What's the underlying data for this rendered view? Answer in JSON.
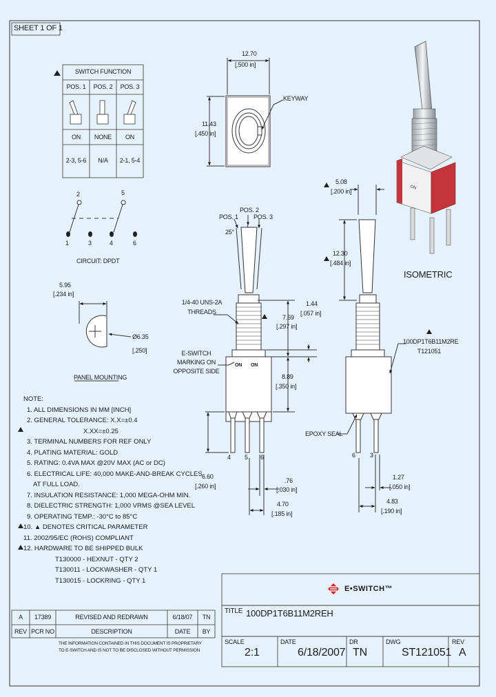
{
  "sheet_label": "SHEET 1 OF 1",
  "switch_function": {
    "title": "SWITCH FUNCTION",
    "positions": [
      "POS. 1",
      "POS. 2",
      "POS. 3"
    ],
    "states": [
      "ON",
      "NONE",
      "ON"
    ],
    "terminals": [
      "2-3, 5-6",
      "N/A",
      "2-1, 5-4"
    ]
  },
  "circuit": {
    "top_pins": [
      "2",
      "5"
    ],
    "bottom_pins": [
      "1",
      "3",
      "4",
      "6"
    ],
    "label": "CIRCUIT: DPDT"
  },
  "panel_mounting": {
    "dim_mm": "5.95",
    "dim_in": "[.234 in]",
    "dia_mm": "Ø6.35",
    "dia_in": "[.250]",
    "label": "PANEL MOUNTING"
  },
  "top_view": {
    "width_mm": "12.70",
    "width_in": "[.500 in]",
    "height_mm": "11.43",
    "height_in": "[.450 in]",
    "keyway_label": "KEYWAY"
  },
  "front_view": {
    "pos1": "POS. 1",
    "pos2": "POS. 2",
    "pos3": "POS. 3",
    "angle": "25°",
    "threads_label": "1/4-40 UNS-2A\nTHREADS",
    "marking_label": "E-SWITCH\nMARKING ON\nOPPOSITE SIDE",
    "on_left": "ON",
    "on_right": "ON",
    "dim_759_mm": "7.59",
    "dim_759_in": "[.297 in]",
    "dim_889_mm": "8.89",
    "dim_889_in": "[.350 in]",
    "dim_144_mm": "1.44",
    "dim_144_in": "[.057 in]",
    "dim_660_mm": "6.60",
    "dim_660_in": "[.260 in]",
    "dim_76_mm": ".76",
    "dim_76_in": "[.030 in]",
    "dim_470_mm": "4.70",
    "dim_470_in": "[.185 in]",
    "pins": [
      "4",
      "5",
      "6"
    ]
  },
  "side_view": {
    "dim_508_mm": "5.08",
    "dim_508_in": "[.200 in]",
    "dim_1230_mm": "12.30",
    "dim_1230_in": "[.484 in]",
    "part_label": "100DP1T6B11M2RE\nT121051",
    "epoxy_label": "EPOXY SEAL",
    "pins": [
      "6",
      "3"
    ],
    "dim_127_mm": "1.27",
    "dim_127_in": "[.050 in]",
    "dim_483_mm": "4.83",
    "dim_483_in": "[.190 in]"
  },
  "isometric_label": "ISOMETRIC",
  "notes": {
    "title": "NOTE:",
    "lines": [
      "1. ALL DIMENSIONS IN MM [INCH]",
      "2. GENERAL TOLERANCE: X.X=±0.4",
      "X.XX=±0.25",
      "3. TERMINAL NUMBERS FOR REF ONLY",
      "4. PLATING MATERIAL: GOLD",
      "5. RATING: 0.4VA MAX @20V MAX (AC or DC)",
      "6. ELECTRICAL LIFE: 40,000 MAKE-AND-BREAK CYCLES",
      "AT FULL LOAD.",
      "7. INSULATION RESISTANCE: 1,000 MEGA-OHM MIN.",
      "8. DIELECTRIC STRENGTH: 1,000 VRMS @SEA LEVEL",
      "9. OPERATING TEMP.: -30°C to 85°C",
      "10. ▲ DENOTES CRITICAL PARAMETER",
      "11. 2002/95/EC (ROHS) COMPLIANT",
      "12. HARDWARE TO BE SHIPPED BULK",
      "T130000 - HEXNUT - QTY 2",
      "T130011 - LOCKWASHER - QTY 1",
      "T130015 - LOCKRING - QTY 1"
    ]
  },
  "revision": {
    "row": {
      "rev": "A",
      "pcr": "17389",
      "desc": "REVISED AND REDRAWN",
      "date": "6/18/07",
      "by": "TN"
    },
    "headers": {
      "rev": "REV",
      "pcr": "PCR NO",
      "desc": "DESCRIPTION",
      "date": "DATE",
      "by": "BY"
    },
    "confidential_1": "THE INFORMATION CONTAINED IN THIS DOCUMENT IS PROPRIETARY",
    "confidential_2": "TO E-SWITCH AND IS NOT TO BE DISCLOSED WITHOUT PERMISSION"
  },
  "title_block": {
    "brand": "E•SWITCH™",
    "title_label": "TITLE",
    "title_value": "100DP1T6B11M2REH",
    "scale_label": "SCALE",
    "scale_value": "2:1",
    "date_label": "DATE",
    "date_value": "6/18/2007",
    "dr_label": "DR",
    "dr_value": "TN",
    "dwg_label": "DWG",
    "dwg_value": "ST121051",
    "rev_label": "REV",
    "rev_value": "A"
  },
  "colors": {
    "background": "#e6f2fb",
    "ink": "#1a1a1a",
    "iso_red": "#c4343a",
    "brand_red": "#d2232a"
  }
}
